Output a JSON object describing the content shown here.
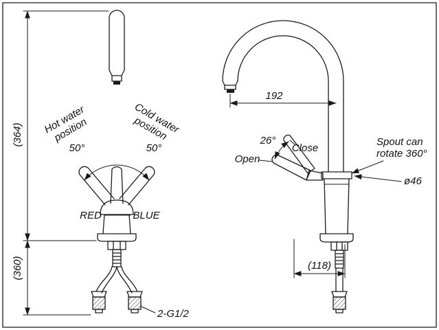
{
  "drawing": {
    "line_color": "#1a1a1a",
    "background": "#ffffff"
  },
  "front_view": {
    "dim_upper": "(364)",
    "dim_lower": "(360)",
    "hot_line1": "Hot water",
    "hot_line2": "position",
    "hot_angle": "50°",
    "cold_line1": "Cold water",
    "cold_line2": "position",
    "cold_angle": "50°",
    "red_label": "RED",
    "blue_label": "BLUE",
    "thread_label": "2-G1/2"
  },
  "side_view": {
    "dim_spout_reach": "192",
    "handle_angle": "26°",
    "open_label": "Open",
    "close_label": "Close",
    "rotate_line1": "Spout can",
    "rotate_line2": "rotate 360°",
    "diameter_label": "ø46",
    "dim_base_depth": "(118)"
  }
}
